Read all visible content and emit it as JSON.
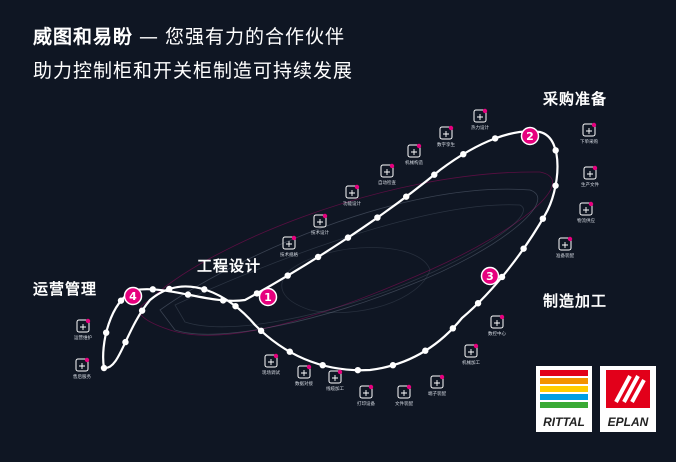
{
  "headline": {
    "brand": "威图和易盼",
    "dash": "—",
    "slogan": "您强有力的合作伙伴",
    "line2": "助力控制柜和开关柜制造可持续发展"
  },
  "stages": [
    {
      "num": "1",
      "label": "工程设计"
    },
    {
      "num": "2",
      "label": "采购准备"
    },
    {
      "num": "3",
      "label": "制造加工"
    },
    {
      "num": "4",
      "label": "运营管理"
    }
  ],
  "steps": [
    {
      "label": "技术规格",
      "icon": "robot-arm-icon"
    },
    {
      "label": "技术设计",
      "icon": "gear-chat-icon"
    },
    {
      "label": "功能设计",
      "icon": "scale-icon"
    },
    {
      "label": "自动检查",
      "icon": "magnify-check-icon"
    },
    {
      "label": "机械构造",
      "icon": "cabinet-stack-icon"
    },
    {
      "label": "数字孪生",
      "icon": "cabinet-twin-icon"
    },
    {
      "label": "热力设计",
      "icon": "thermometer-icon"
    },
    {
      "label": "下单采购",
      "icon": "cart-monitor-icon"
    },
    {
      "label": "生产文件",
      "icon": "monitor-icon"
    },
    {
      "label": "物流供应",
      "icon": "package-icon"
    },
    {
      "label": "准备装配",
      "icon": "folder-check-icon"
    },
    {
      "label": "数控中心",
      "icon": "cnc-icon"
    },
    {
      "label": "机械加工",
      "icon": "machining-icon"
    },
    {
      "label": "端子装配",
      "icon": "terminal-icon"
    },
    {
      "label": "文件装配",
      "icon": "file-assembly-icon"
    },
    {
      "label": "打印设备",
      "icon": "printer-icon"
    },
    {
      "label": "线缆加工",
      "icon": "cable-icon"
    },
    {
      "label": "数据对接",
      "icon": "plug-icon"
    },
    {
      "label": "现场调试",
      "icon": "meter-icon"
    },
    {
      "label": "运营维护",
      "icon": "gears-icon"
    },
    {
      "label": "售后服务",
      "icon": "tools-icon"
    }
  ],
  "logos": [
    {
      "name": "RITTAL"
    },
    {
      "name": "EPLAN"
    }
  ],
  "colors": {
    "background": "#0f1623",
    "accent": "#e6007e",
    "track": "#ffffff"
  }
}
